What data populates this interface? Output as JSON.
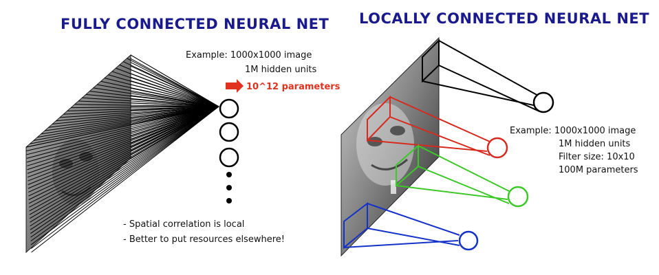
{
  "left_panel": {
    "title": "FULLY CONNECTED NEURAL NET",
    "example": {
      "lines": [
        "Example: 1000x1000 image",
        "1M hidden units",
        "10^12 parameters"
      ]
    },
    "notes": [
      "- Spatial correlation is local",
      "- Better to put resources elsewhere!"
    ]
  },
  "right_panel": {
    "title": "LOCALLY CONNECTED NEURAL NET",
    "example": {
      "lines": [
        "Example: 1000x1000 image",
        "1M hidden units",
        "Filter size: 10x10",
        "100M parameters"
      ]
    },
    "filter_colors": [
      "#000000",
      "#d62a1e",
      "#3cc828",
      "#1432c8"
    ]
  },
  "colors": {
    "title": "#1a1a8c",
    "highlight": "#e0321e"
  }
}
